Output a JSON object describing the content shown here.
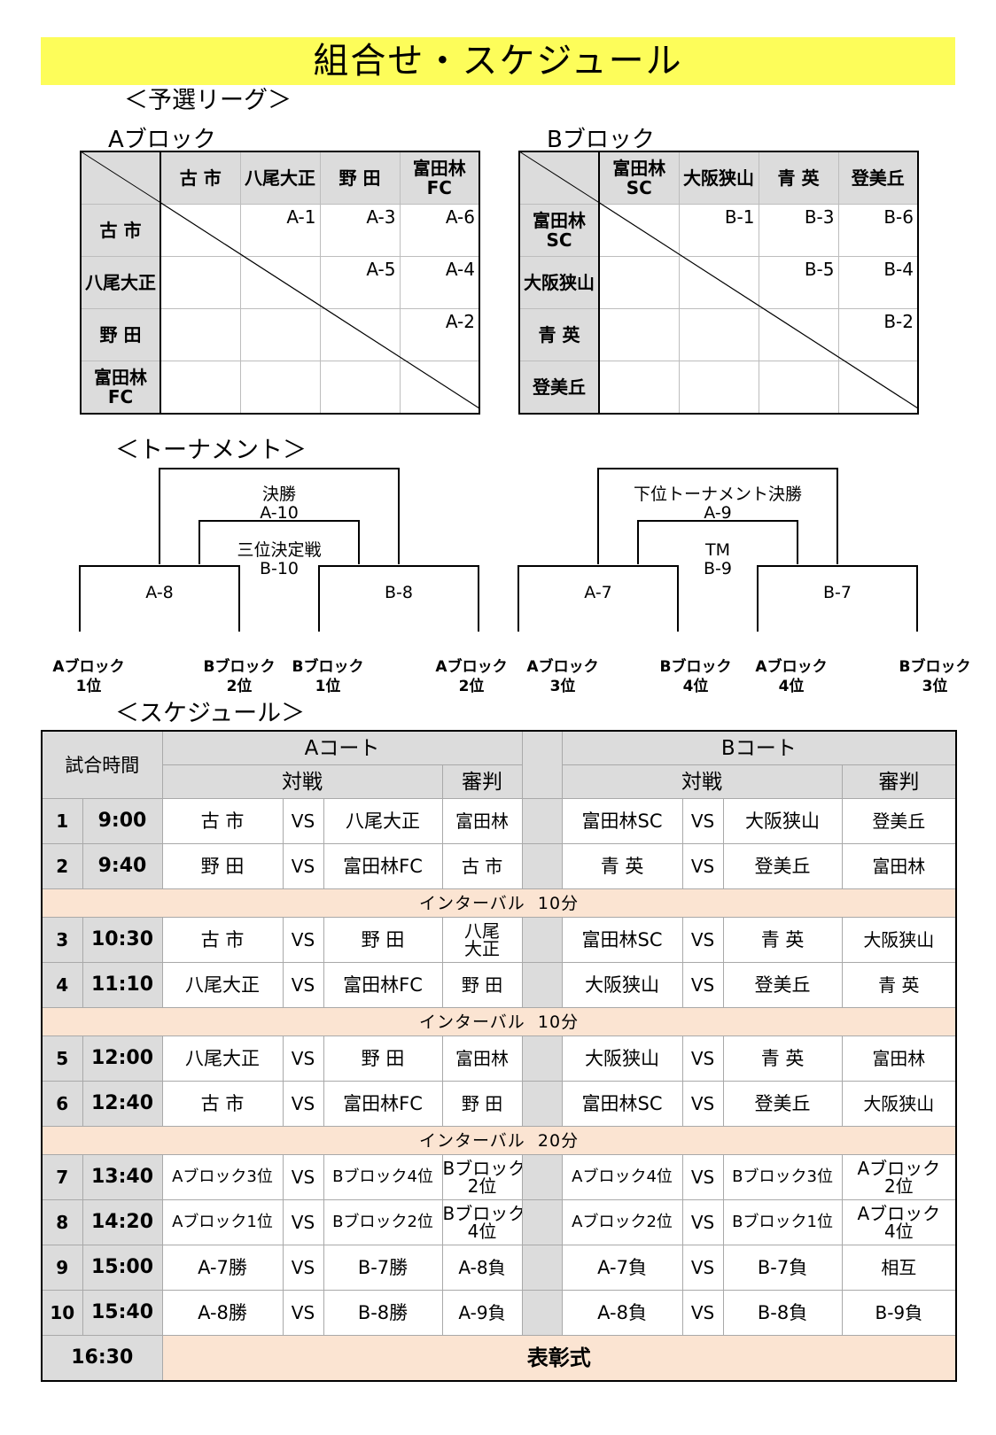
{
  "title": "組合せ・スケジュール",
  "sections": {
    "league": "＜予選リーグ＞",
    "tournament": "＜トーナメント＞",
    "schedule": "＜スケジュール＞"
  },
  "block_a": {
    "label": "Aブロック",
    "teams": [
      "古 市",
      "八尾大正",
      "野 田",
      "富田林\nFC"
    ],
    "rows": [
      [
        "",
        "A-1",
        "A-3",
        "A-6"
      ],
      [
        "",
        "",
        "A-5",
        "A-4"
      ],
      [
        "",
        "",
        "",
        "A-2"
      ],
      [
        "",
        "",
        "",
        ""
      ]
    ]
  },
  "block_b": {
    "label": "Bブロック",
    "teams": [
      "富田林\nSC",
      "大阪狭山",
      "青 英",
      "登美丘"
    ],
    "rows": [
      [
        "",
        "B-1",
        "B-3",
        "B-6"
      ],
      [
        "",
        "",
        "B-5",
        "B-4"
      ],
      [
        "",
        "",
        "",
        "B-2"
      ],
      [
        "",
        "",
        "",
        ""
      ]
    ]
  },
  "tournament": {
    "upper": {
      "final_title": "決勝",
      "final_code": "A-10",
      "third_title": "三位決定戦",
      "third_code": "B-10",
      "left_code": "A-8",
      "right_code": "B-8",
      "seeds": [
        [
          "Aブロック",
          "1位"
        ],
        [
          "Bブロック",
          "2位"
        ],
        [
          "Bブロック",
          "1位"
        ],
        [
          "Aブロック",
          "2位"
        ]
      ]
    },
    "lower": {
      "final_title": "下位トーナメント決勝",
      "final_code": "A-9",
      "third_title": "TM",
      "third_code": "B-9",
      "left_code": "A-7",
      "right_code": "B-7",
      "seeds": [
        [
          "Aブロック",
          "3位"
        ],
        [
          "Bブロック",
          "4位"
        ],
        [
          "Aブロック",
          "4位"
        ],
        [
          "Bブロック",
          "3位"
        ]
      ]
    }
  },
  "schedule": {
    "time_header": "試合時間",
    "court_a": "Aコート",
    "court_b": "Bコート",
    "match_header": "対戦",
    "ref_header": "審判",
    "vs": "VS",
    "interval_label": "インターバル",
    "rows": [
      {
        "n": "1",
        "t": "9:00",
        "a1": "古 市",
        "a2": "八尾大正",
        "ar": "富田林",
        "b1": "富田林SC",
        "b2": "大阪狭山",
        "br": "登美丘"
      },
      {
        "n": "2",
        "t": "9:40",
        "a1": "野 田",
        "a2": "富田林FC",
        "ar": "古 市",
        "b1": "青 英",
        "b2": "登美丘",
        "br": "富田林"
      },
      {
        "interval": "10分"
      },
      {
        "n": "3",
        "t": "10:30",
        "a1": "古 市",
        "a2": "野 田",
        "ar": "八尾\n大正",
        "b1": "富田林SC",
        "b2": "青 英",
        "br": "大阪狭山"
      },
      {
        "n": "4",
        "t": "11:10",
        "a1": "八尾大正",
        "a2": "富田林FC",
        "ar": "野 田",
        "b1": "大阪狭山",
        "b2": "登美丘",
        "br": "青 英"
      },
      {
        "interval": "10分"
      },
      {
        "n": "5",
        "t": "12:00",
        "a1": "八尾大正",
        "a2": "野 田",
        "ar": "富田林",
        "b1": "大阪狭山",
        "b2": "青 英",
        "br": "富田林"
      },
      {
        "n": "6",
        "t": "12:40",
        "a1": "古 市",
        "a2": "富田林FC",
        "ar": "野 田",
        "b1": "富田林SC",
        "b2": "登美丘",
        "br": "大阪狭山"
      },
      {
        "interval": "20分"
      },
      {
        "n": "7",
        "t": "13:40",
        "a1": "Aブロック3位",
        "a2": "Bブロック4位",
        "ar": "Bブロック\n2位",
        "b1": "Aブロック4位",
        "b2": "Bブロック3位",
        "br": "Aブロック\n2位"
      },
      {
        "n": "8",
        "t": "14:20",
        "a1": "Aブロック1位",
        "a2": "Bブロック2位",
        "ar": "Bブロック\n4位",
        "b1": "Aブロック2位",
        "b2": "Bブロック1位",
        "br": "Aブロック\n4位"
      },
      {
        "n": "9",
        "t": "15:00",
        "a1": "A-7勝",
        "a2": "B-7勝",
        "ar": "A-8負",
        "b1": "A-7負",
        "b2": "B-7負",
        "br": "相互"
      },
      {
        "n": "10",
        "t": "15:40",
        "a1": "A-8勝",
        "a2": "B-8勝",
        "ar": "A-9負",
        "b1": "A-8負",
        "b2": "B-8負",
        "br": "B-9負"
      }
    ],
    "closing_time": "16:30",
    "closing_label": "表彰式"
  }
}
